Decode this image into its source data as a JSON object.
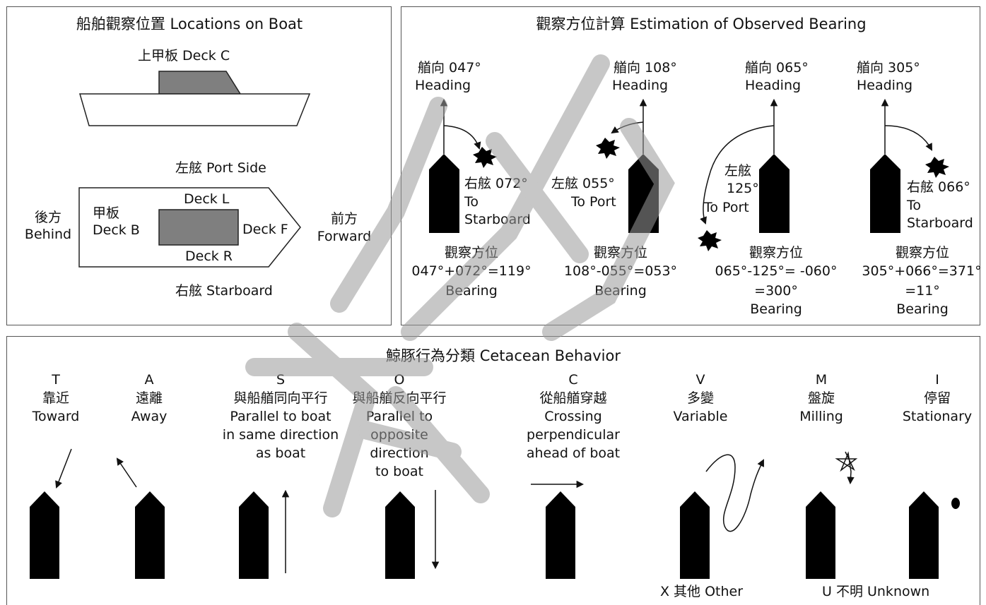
{
  "locations": {
    "title": "船舶觀察位置  Locations on Boat",
    "deck_c": "上甲板  Deck C",
    "port_side": "左舷 Port Side",
    "starboard": "右舷 Starboard",
    "behind_zh": "後方",
    "behind_en": "Behind",
    "deck_b_zh": "甲板",
    "deck_b_en": "Deck B",
    "deck_l": "Deck L",
    "deck_r": "Deck R",
    "deck_f": "Deck F",
    "forward_zh": "前方",
    "forward_en": "Forward"
  },
  "bearing": {
    "title": "觀察方位計算  Estimation of Observed Bearing",
    "heading_en": "Heading",
    "bearing_zh": "觀察方位",
    "bearing_en": "Bearing",
    "cases": [
      {
        "heading": "艏向 047°",
        "side_zh": "右舷  072°",
        "side_en": "To",
        "side_en2": "Starboard",
        "formula": "047°+072°=119°",
        "result": ""
      },
      {
        "heading": "艏向 108°",
        "side_zh": "左舷  055°",
        "side_en": "To Port",
        "side_en2": "",
        "formula": "108°-055°=053°",
        "result": ""
      },
      {
        "heading": "艏向 065°",
        "side_zh": "左舷",
        "side_num": "125°",
        "side_en": "To Port",
        "side_en2": "",
        "formula": "065°-125°= -060°",
        "result": "=300°"
      },
      {
        "heading": "艏向 305°",
        "side_zh": "右舷  066°",
        "side_en": "To",
        "side_en2": "Starboard",
        "formula": "305°+066°=371°",
        "result": "=11°"
      }
    ]
  },
  "behavior": {
    "title": "鯨豚行為分類  Cetacean Behavior",
    "items": [
      {
        "code": "T",
        "zh": "靠近",
        "en": [
          "Toward"
        ]
      },
      {
        "code": "A",
        "zh": "遠離",
        "en": [
          "Away"
        ]
      },
      {
        "code": "S",
        "zh": "與船艏同向平行",
        "en": [
          "Parallel to boat",
          "in same direction",
          "as boat"
        ]
      },
      {
        "code": "O",
        "zh": "與船艏反向平行",
        "en": [
          "Parallel to",
          "opposite",
          "direction",
          "to boat"
        ]
      },
      {
        "code": "C",
        "zh": "從船艏穿越",
        "en": [
          "Crossing",
          "perpendicular",
          "ahead of boat"
        ]
      },
      {
        "code": "V",
        "zh": "多變",
        "en": [
          "Variable"
        ]
      },
      {
        "code": "M",
        "zh": "盤旋",
        "en": [
          "Milling"
        ]
      },
      {
        "code": "I",
        "zh": "停留",
        "en": [
          "Stationary"
        ]
      }
    ],
    "other": "X  其他  Other",
    "unknown": "U  不明  Unknown"
  },
  "colors": {
    "boat": "#000000",
    "deck": "#7f7f7f",
    "watermark": "#9a9a9a"
  }
}
